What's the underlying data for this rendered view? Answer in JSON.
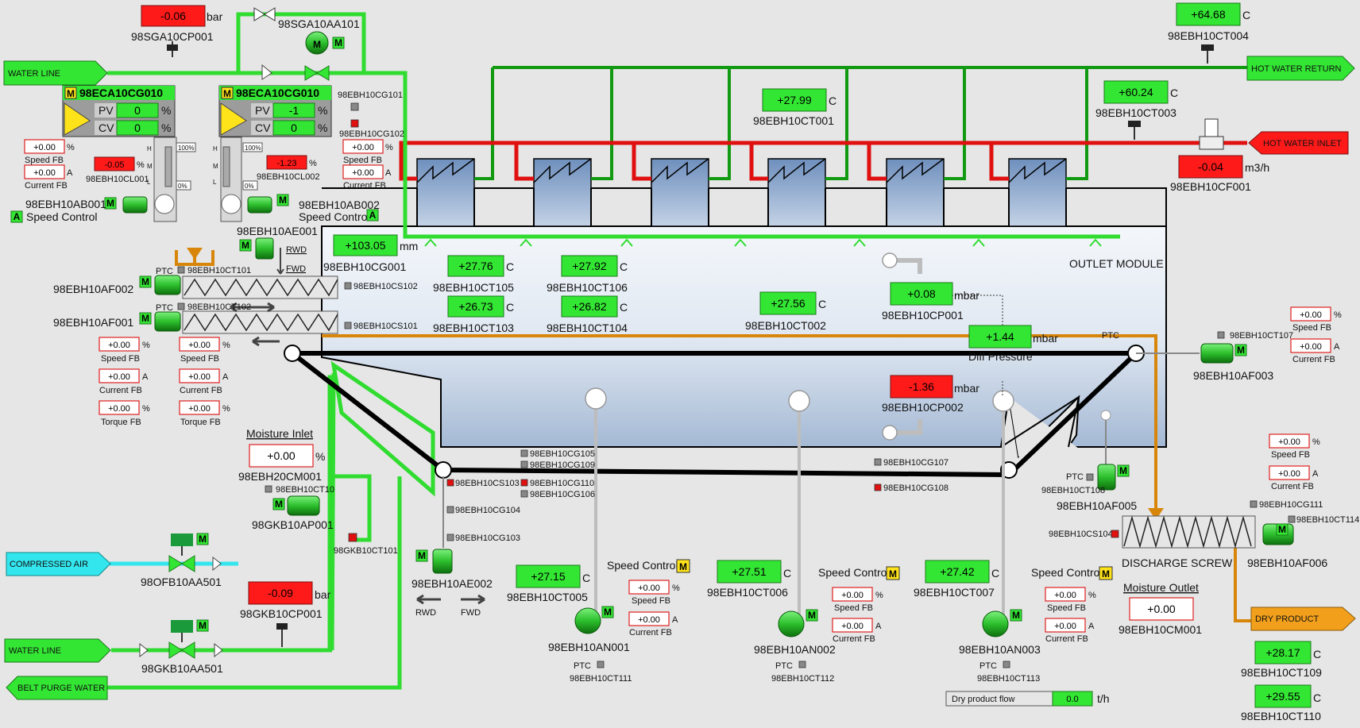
{
  "lines": {
    "water_line_top": "WATER LINE",
    "water_line_bottom": "WATER LINE",
    "compressed_air": "COMPRESSED AIR",
    "belt_purge_water": "BELT PURGE WATER",
    "hot_water_return": "HOT WATER RETURN",
    "hot_water_inlet": "HOT WATER INLET",
    "dry_product": "DRY PRODUCT",
    "outlet_module": "OUTLET MODULE",
    "discharge_screw": "DISCHARGE SCREW",
    "diff_pressure": "Diff Pressure"
  },
  "colors": {
    "green": "#33e633",
    "red": "#ff1a1a",
    "pipe_green": "#2fdc2f",
    "pipe_red": "#e01010",
    "pipe_orange": "#d8860a",
    "cyan": "#33e6ee"
  },
  "controllers": [
    {
      "tag": "98ECA10CG010",
      "mode": "M",
      "pv": "0",
      "cv": "0",
      "pv_label": "PV",
      "cv_label": "CV",
      "unit": "%",
      "bar_top": "100%",
      "bar_bottom": "0%",
      "levels": [
        "H",
        "M",
        "L"
      ]
    },
    {
      "tag": "98ECA10CG010",
      "mode": "M",
      "pv": "-1",
      "cv": "0",
      "pv_label": "PV",
      "cv_label": "CV",
      "unit": "%",
      "bar_top": "100%",
      "bar_bottom": "0%",
      "levels": [
        "H",
        "M",
        "L"
      ]
    }
  ],
  "readings": {
    "sga_cp001": {
      "value": "-0.06",
      "unit": "bar",
      "tag": "98SGA10CP001"
    },
    "ct004": {
      "value": "+64.68",
      "unit": "C",
      "tag": "98EBH10CT004"
    },
    "ct001": {
      "value": "+27.99",
      "unit": "C",
      "tag": "98EBH10CT001"
    },
    "ct003": {
      "value": "+60.24",
      "unit": "C",
      "tag": "98EBH10CT003"
    },
    "cf001": {
      "value": "-0.04",
      "unit": "m3/h",
      "tag": "98EBH10CF001"
    },
    "cl001": {
      "value": "-0.05",
      "unit": "%",
      "tag": "98EBH10CL001"
    },
    "cl002": {
      "value": "-1.23",
      "unit": "%",
      "tag": "98EBH10CL002"
    },
    "cg001": {
      "value": "+103.05",
      "unit": "mm",
      "tag": "98EBH10CG001"
    },
    "ct105": {
      "value": "+27.76",
      "unit": "C",
      "tag": "98EBH10CT105"
    },
    "ct106": {
      "value": "+27.92",
      "unit": "C",
      "tag": "98EBH10CT106"
    },
    "ct103": {
      "value": "+26.73",
      "unit": "C",
      "tag": "98EBH10CT103"
    },
    "ct104": {
      "value": "+26.82",
      "unit": "C",
      "tag": "98EBH10CT104"
    },
    "ct002": {
      "value": "+27.56",
      "unit": "C",
      "tag": "98EBH10CT002"
    },
    "cp001": {
      "value": "+0.08",
      "unit": "mbar",
      "tag": "98EBH10CP001"
    },
    "diff": {
      "value": "+1.44",
      "unit": "mbar"
    },
    "cp002": {
      "value": "-1.36",
      "unit": "mbar",
      "tag": "98EBH10CP002"
    },
    "moisture_inlet": {
      "label": "Moisture Inlet",
      "value": "+0.00",
      "unit": "%",
      "tag": "98EBH20CM001"
    },
    "gkb_cp001": {
      "value": "-0.09",
      "unit": "bar",
      "tag": "98GKB10CP001"
    },
    "ct005": {
      "value": "+27.15",
      "unit": "C",
      "tag": "98EBH10CT005"
    },
    "ct006": {
      "value": "+27.51",
      "unit": "C",
      "tag": "98EBH10CT006"
    },
    "ct007": {
      "value": "+27.42",
      "unit": "C",
      "tag": "98EBH10CT007"
    },
    "moisture_outlet": {
      "label": "Moisture Outlet",
      "value": "+0.00",
      "tag": "98EBH10CM001"
    },
    "ct109": {
      "value": "+28.17",
      "unit": "C",
      "tag": "98EBH10CT109"
    },
    "ct110": {
      "value": "+29.55",
      "unit": "C",
      "tag": "98EBH10CT110"
    },
    "dry_flow": {
      "label": "Dry product flow",
      "value": "0.0",
      "unit": "t/h"
    }
  },
  "fb": {
    "speed_fb": "Speed FB",
    "current_fb": "Current FB",
    "torque_fb": "Torque FB",
    "zero": "+0.00",
    "pct": "%",
    "amp": "A"
  },
  "equipment": {
    "sga_aa101": "98SGA10AA101",
    "ab001": "98EBH10AB001",
    "ab002": "98EBH10AB002",
    "speed_control": "Speed Control",
    "ae001": "98EBH10AE001",
    "fwd": "FWD",
    "rwd": "RWD",
    "af002": "98EBH10AF002",
    "af001": "98EBH10AF001",
    "ct101": "98EBH10CT101",
    "ct102": "98EBH10CT102",
    "cs102": "98EBH10CS102",
    "cs101": "98EBH10CS101",
    "cg101": "98EBH10CG101",
    "cg102": "98EBH10CG102",
    "ptc": "PTC",
    "gkb_ap001": "98GKB10AP001",
    "ct10x": "98EBH10CT10",
    "gkb_ct101": "98GKB10CT101",
    "ofb_aa501": "98OFB10AA501",
    "gkb_aa501": "98GKB10AA501",
    "ae002": "98EBH10AE002",
    "cg105": "98EBH10CG105",
    "cg109": "98EBH10CG109",
    "cs103": "98EBH10CS103",
    "cg110": "98EBH10CG110",
    "cg106": "98EBH10CG106",
    "cg104": "98EBH10CG104",
    "cg103": "98EBH10CG103",
    "cg107": "98EBH10CG107",
    "cg108": "98EBH10CG108",
    "an001": "98EBH10AN001",
    "an002": "98EBH10AN002",
    "an003": "98EBH10AN003",
    "ct111": "98EBH10CT111",
    "ct112": "98EBH10CT112",
    "ct113": "98EBH10CT113",
    "af003": "98EBH10AF003",
    "ct107": "98EBH10CT107",
    "af005": "98EBH10AF005",
    "ct108": "98EBH10CT108",
    "cg111": "98EBH10CG111",
    "ct114": "98EBH10CT114",
    "cs104": "98EBH10CS104",
    "af006": "98EBH10AF006",
    "motor_badge": "M",
    "auto_badge": "A"
  }
}
